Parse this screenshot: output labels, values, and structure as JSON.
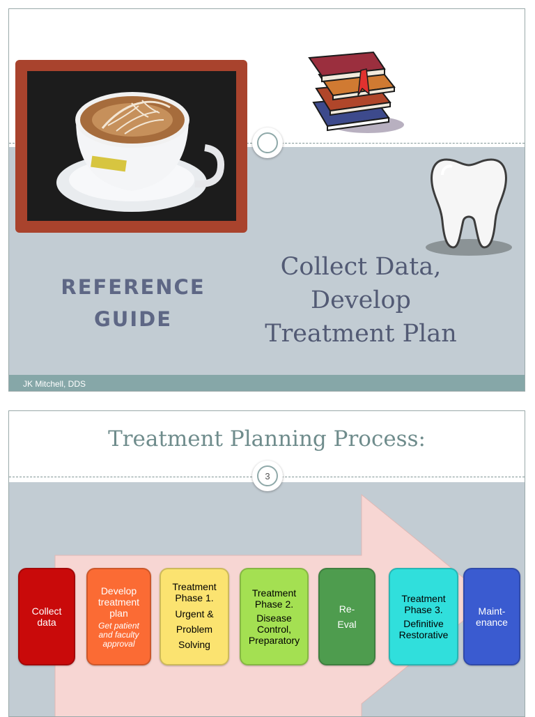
{
  "slide1": {
    "reference_guide": [
      "REFERENCE",
      "GUIDE"
    ],
    "title_lines": [
      "Collect Data,",
      "Develop",
      "Treatment Plan"
    ],
    "footer": "JK Mitchell, DDS",
    "images": {
      "photo": "cappuccino-photo",
      "books": "stacked-books-clipart",
      "tooth": "tooth-clipart"
    }
  },
  "slide2": {
    "title": "Treatment Planning Process:",
    "page_number": "3",
    "steps": [
      {
        "lines": [
          "Collect",
          "data"
        ],
        "color": "#c90a0a",
        "text_color": "#ffffff"
      },
      {
        "lines": [
          "Develop",
          "treatment",
          "plan"
        ],
        "sub": [
          "Get patient",
          "and faculty",
          "approval"
        ],
        "color": "#fb6b34",
        "text_color": "#ffffff"
      },
      {
        "lines": [
          "Treatment",
          "Phase 1."
        ],
        "lines2": [
          "Urgent &",
          "Problem",
          "Solving"
        ],
        "color": "#fbe370",
        "text_color": "#000000"
      },
      {
        "lines": [
          "Treatment",
          "Phase 2."
        ],
        "lines2": [
          "Disease",
          "Control,",
          "Preparatory"
        ],
        "color": "#a4e052",
        "text_color": "#000000"
      },
      {
        "lines": [
          "Re-",
          "Eval"
        ],
        "color": "#4e9c4e",
        "text_color": "#ffffff"
      },
      {
        "lines": [
          "Treatment",
          "Phase 3."
        ],
        "lines2": [
          "Definitive",
          "Restorative"
        ],
        "color": "#30dfdc",
        "text_color": "#000000"
      },
      {
        "lines": [
          "Maint-",
          "enance"
        ],
        "color": "#3a5bd0",
        "text_color": "#ffffff"
      }
    ],
    "arrow_color": "#f7d6d3"
  }
}
